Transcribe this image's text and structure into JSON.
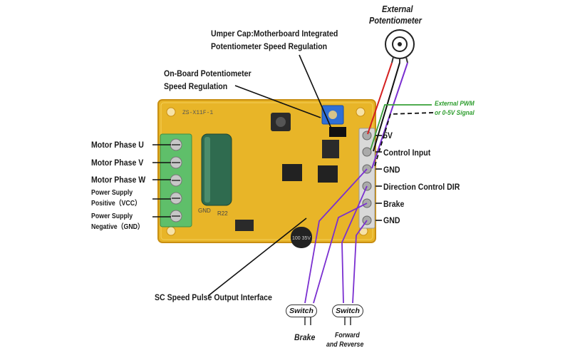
{
  "labels": {
    "external_pot": "External Potentiometer",
    "external_pot_line1": "External",
    "external_pot_line2": "Potentiometer",
    "jumper_cap_line1": "Umper Cap:Motherboard Integrated",
    "jumper_cap_line2": "Potentiometer Speed Regulation",
    "onboard_pot_line1": "On-Board Potentiometer",
    "onboard_pot_line2": "Speed Regulation",
    "motor_u": "Motor Phase U",
    "motor_v": "Motor Phase V",
    "motor_w": "Motor Phase W",
    "psu_pos_line1": "Power Supply",
    "psu_pos_line2": "Positive（VCC）",
    "psu_neg_line1": "Power Supply",
    "psu_neg_line2": "Negative（GND）",
    "ext_pwm_line1": "External PWM",
    "ext_pwm_line2": "or 0-5V Signal",
    "pin_5v": "5V",
    "pin_control": "Control Input",
    "pin_gnd1": "GND",
    "pin_dir": "Direction Control DIR",
    "pin_brake": "Brake",
    "pin_gnd2": "GND",
    "sc_output": "SC Speed Pulse Output Interface",
    "switch1": "Switch",
    "switch2": "Switch",
    "brake_caption": "Brake",
    "fr_line1": "Forward",
    "fr_line2": "and Reverse"
  },
  "board_markings": {
    "silk_id": "ZS-X11F-1",
    "gnd_mark": "GND",
    "cap_text": "100 35V",
    "r_mark": "R22"
  },
  "colors": {
    "pcb": "#e8b528",
    "pcb_edge": "#c98f12",
    "terminal": "#5fbf6a",
    "capacitor": "#2f6b4f",
    "wire_red": "#d42020",
    "wire_purple": "#7a2fd0",
    "wire_green": "#39a039",
    "wire_black": "#111111"
  }
}
